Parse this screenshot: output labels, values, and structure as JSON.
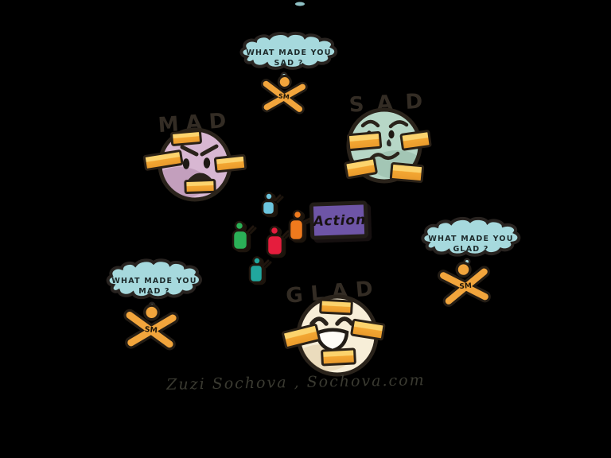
{
  "colors": {
    "background": "#000000",
    "ink": "#2a231b",
    "cloud": "#a6d9dd",
    "sticky": "#f2a637",
    "sticky_highlight": "#fcd36d",
    "sm_figure": "#f2a53c",
    "mad_face": "#d8b7d2",
    "sad_face": "#b7d7c7",
    "glad_face": "#f7eed8",
    "action_board": "#6e55a7",
    "team": [
      "#6cc5de",
      "#2bb157",
      "#e51d3d",
      "#ef7a1d",
      "#21a79e"
    ]
  },
  "faces": {
    "mad": {
      "label": "MAD"
    },
    "sad": {
      "label": "SAD"
    },
    "glad": {
      "label": "GLAD"
    }
  },
  "clouds": {
    "sad": {
      "line1": "WHAT MADE YOU",
      "line2": "SAD ?"
    },
    "glad": {
      "line1": "WHAT MADE YOU",
      "line2": "GLAD ?"
    },
    "mad": {
      "line1": "WHAT MADE YOU",
      "line2": "MAD ?"
    }
  },
  "sm_figure": {
    "label": "SM"
  },
  "action_board": {
    "label": "Action"
  },
  "signature": {
    "text": "Zuzi Sochova , Sochova.com"
  }
}
